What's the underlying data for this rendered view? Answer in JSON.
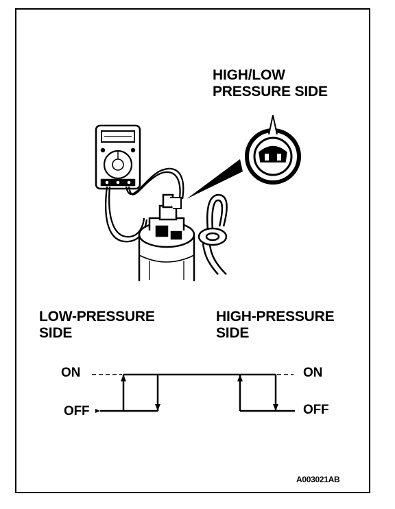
{
  "callout": {
    "line1": "HIGH/LOW",
    "line2": "PRESSURE SIDE"
  },
  "low_side": {
    "line1": "LOW-PRESSURE",
    "line2": "SIDE"
  },
  "high_side": {
    "line1": "HIGH-PRESSURE",
    "line2": "SIDE"
  },
  "states": {
    "left_on": "ON",
    "left_off": "OFF",
    "right_on": "ON",
    "right_off": "OFF"
  },
  "figure_code": "A003021AB",
  "colors": {
    "ink": "#000000",
    "background": "#ffffff"
  }
}
